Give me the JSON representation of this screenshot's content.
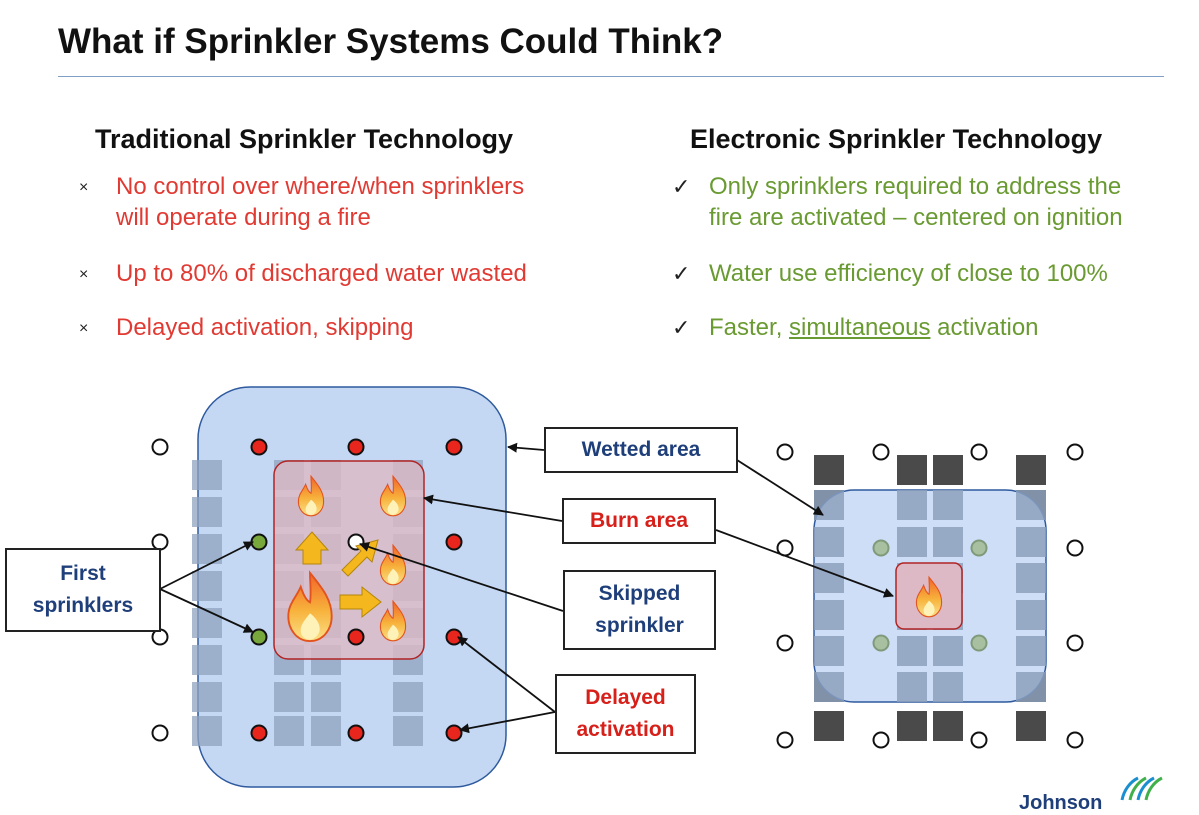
{
  "slide": {
    "title": "What if Sprinkler Systems Could Think?"
  },
  "left_column": {
    "heading": "Traditional Sprinkler Technology",
    "mark": "×",
    "bullets": [
      {
        "line1": "No control over where/when sprinklers",
        "line2": "will operate during a fire"
      },
      {
        "line1": "Up to 80% of discharged water wasted"
      },
      {
        "line1": "Delayed activation, skipping"
      }
    ]
  },
  "right_column": {
    "heading": "Electronic Sprinkler Technology",
    "mark": "✓",
    "bullets": [
      {
        "line1": "Only sprinklers required to address the",
        "line2": "fire are activated – centered on ignition"
      },
      {
        "line1": "Water use efficiency of close to 100%"
      },
      {
        "prefix": "Faster, ",
        "underlined": "simultaneous",
        "suffix": " activation"
      }
    ]
  },
  "diagram": {
    "labels": {
      "first_sprinklers": [
        "First",
        "sprinklers"
      ],
      "wetted_area": "Wetted area",
      "burn_area": "Burn area",
      "skipped_sprinkler": [
        "Skipped",
        "sprinkler"
      ],
      "delayed_activation": [
        "Delayed",
        "activation"
      ]
    },
    "colors": {
      "wetted_fill": "#c4d8f4",
      "wetted_stroke": "#2f5a9e",
      "burn_fill": "#dcb9c4",
      "burn_stroke": "#b22424",
      "activated_sprinkler": "#e8261e",
      "first_sprinkler": "#78a83c",
      "idle_sprinkler": "#ffffff",
      "arrow_fill": "#f4b81e",
      "electronic_on_sprinkler": "#a9c0a0"
    },
    "icons": [
      "fire-icon",
      "flow-arrow-icon"
    ]
  },
  "logo": {
    "text": "Johnson"
  }
}
